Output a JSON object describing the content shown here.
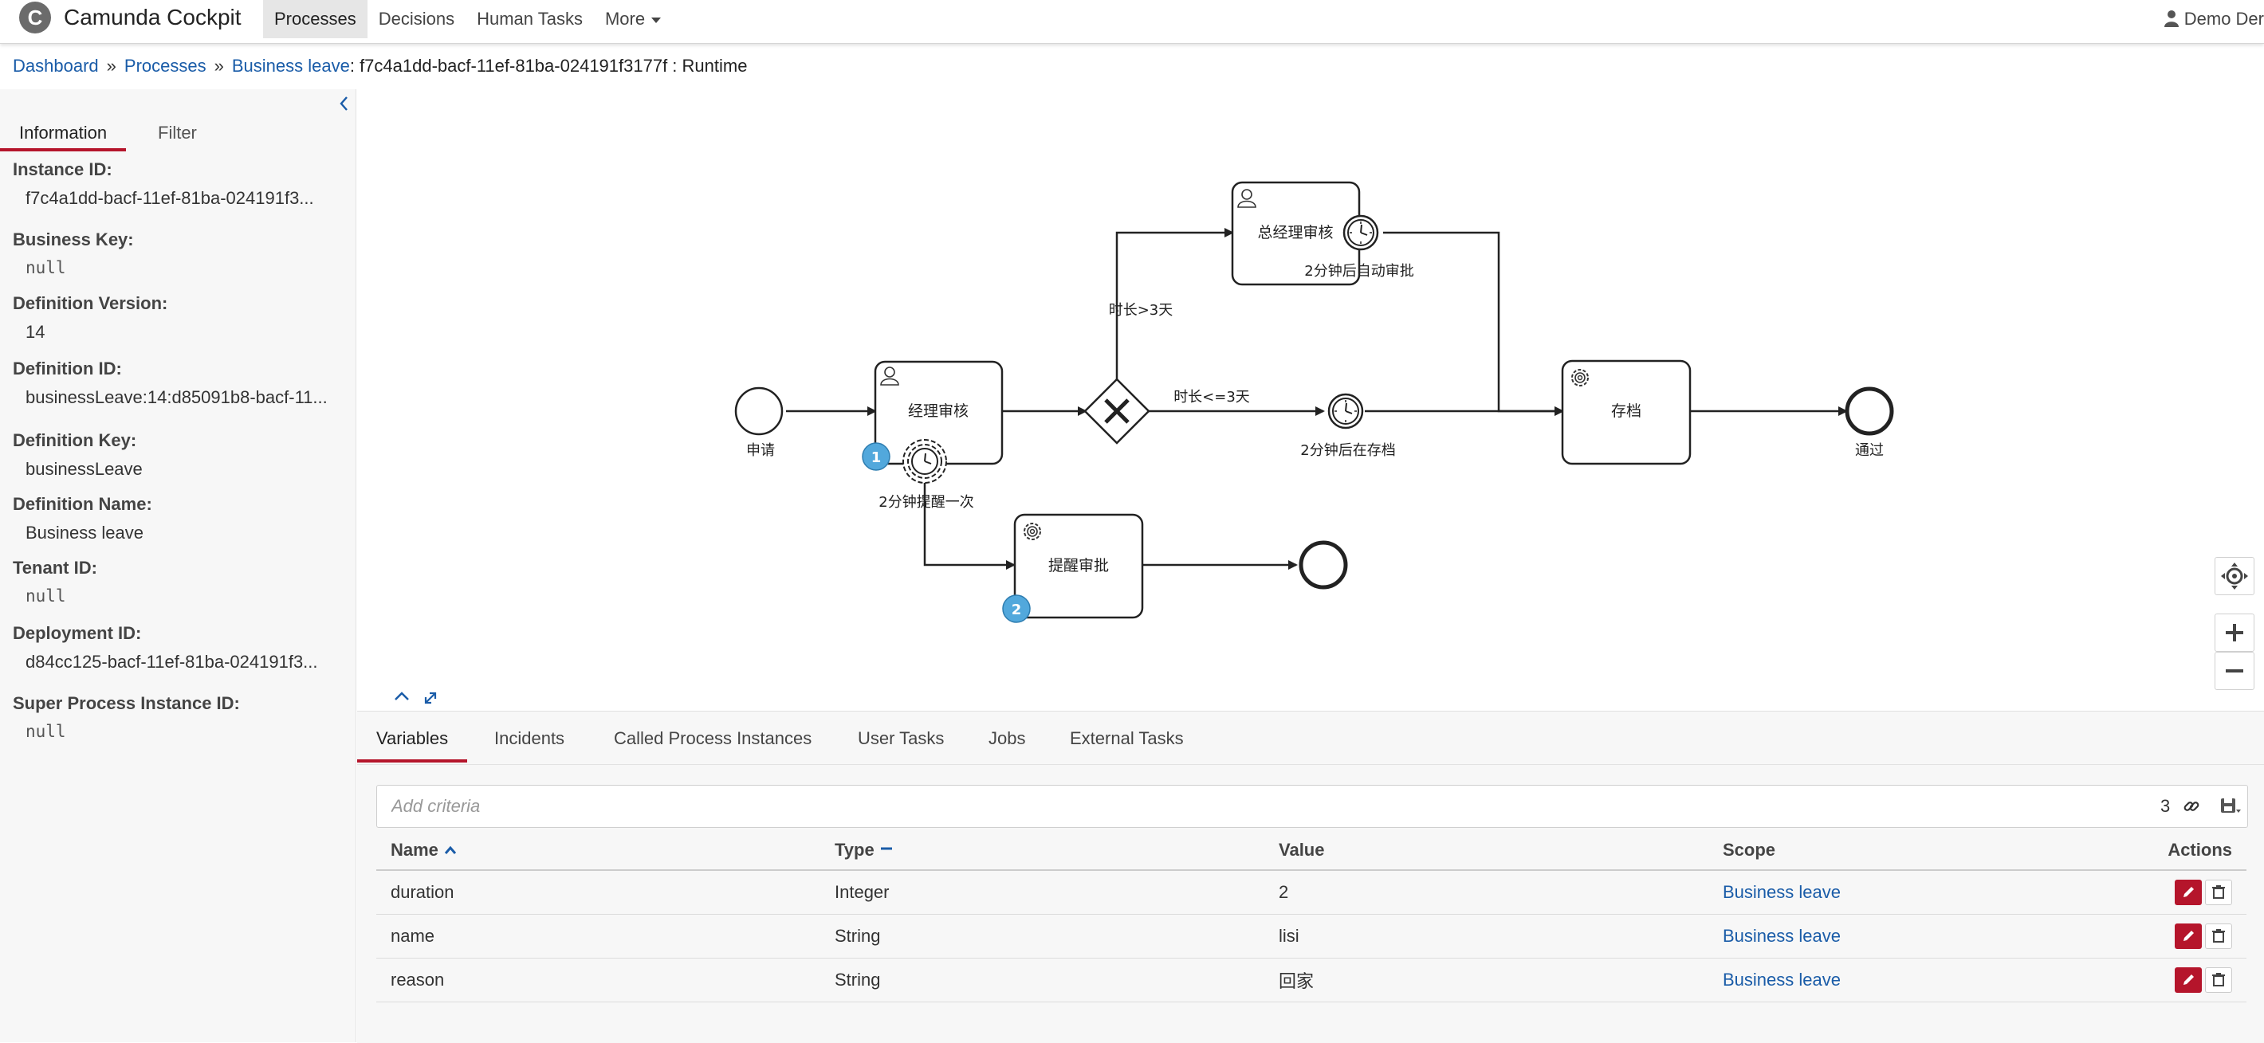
{
  "app": {
    "logo_letter": "C",
    "name": "Camunda Cockpit",
    "nav": [
      "Processes",
      "Decisions",
      "Human Tasks",
      "More"
    ],
    "active_nav": "Processes",
    "user": "Demo Der"
  },
  "breadcrumb": {
    "dashboard": "Dashboard",
    "processes": "Processes",
    "definition": "Business leave",
    "instance": ": f7c4a1dd-bacf-11ef-81ba-024191f3177f : Runtime",
    "sep": "»"
  },
  "sidebar": {
    "tabs": [
      "Information",
      "Filter"
    ],
    "fields": [
      {
        "label": "Instance ID:",
        "value": "f7c4a1dd-bacf-11ef-81ba-024191f3...",
        "style": "plain"
      },
      {
        "label": "Business Key:",
        "value": "null",
        "style": "mono"
      },
      {
        "label": "Definition Version:",
        "value": "14",
        "style": "plain"
      },
      {
        "label": "Definition ID:",
        "value": "businessLeave:14:d85091b8-bacf-11...",
        "style": "link"
      },
      {
        "label": "Definition Key:",
        "value": "businessLeave",
        "style": "plain"
      },
      {
        "label": "Definition Name:",
        "value": "Business leave",
        "style": "plain"
      },
      {
        "label": "Tenant ID:",
        "value": "null",
        "style": "mono"
      },
      {
        "label": "Deployment ID:",
        "value": "d84cc125-bacf-11ef-81ba-024191f3...",
        "style": "link"
      },
      {
        "label": "Super Process Instance ID:",
        "value": "null",
        "style": "mono"
      }
    ]
  },
  "diagram": {
    "start_label": "申请",
    "task_manager": "经理审核",
    "task_gm": "总经理审核",
    "timer_gm_label": "2分钟后自动审批",
    "cond_long": "时长>3天",
    "cond_short": "时长<=3天",
    "timer_mid_label": "2分钟后在存档",
    "task_archive": "存档",
    "end_label": "通过",
    "timer_remind_label": "2分钟提醒一次",
    "task_remind": "提醒审批",
    "badge_manager": "1",
    "badge_remind": "2"
  },
  "bottom": {
    "tabs": [
      "Variables",
      "Incidents",
      "Called Process Instances",
      "User Tasks",
      "Jobs",
      "External Tasks"
    ],
    "criteria_placeholder": "Add criteria",
    "count": "3",
    "columns": [
      "Name",
      "Type",
      "Value",
      "Scope",
      "Actions"
    ],
    "rows": [
      {
        "name": "duration",
        "type": "Integer",
        "value": "2",
        "scope": "Business leave"
      },
      {
        "name": "name",
        "type": "String",
        "value": "lisi",
        "scope": "Business leave"
      },
      {
        "name": "reason",
        "type": "String",
        "value": "回家",
        "scope": "Business leave"
      }
    ]
  },
  "colors": {
    "accent": "#b5152b",
    "link": "#1a5ca8",
    "badge": "#52a8dc"
  }
}
